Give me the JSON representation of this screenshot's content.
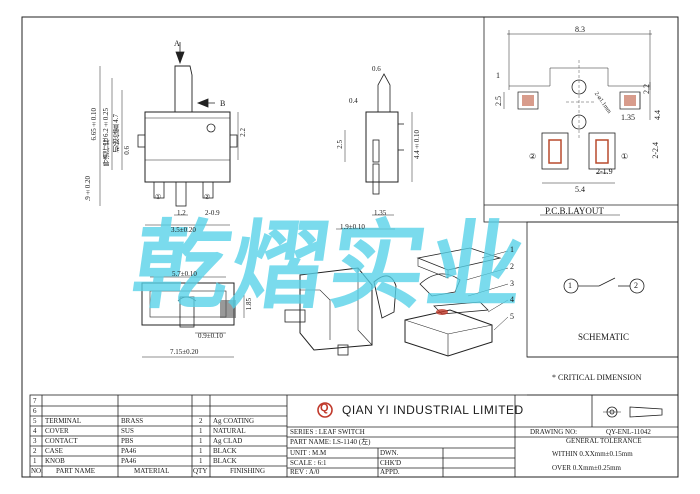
{
  "watermark": {
    "text": "乾熠实业",
    "color": "#56d2e8"
  },
  "pcb": {
    "title": "P.C.B.LAYOUT",
    "dims": [
      "8.3",
      "1",
      "2.5",
      "2.2",
      "4.4",
      "1.35",
      "2-ø1.1mm",
      "2-2.4",
      "2-1.9",
      "5.4"
    ],
    "pin_labels": [
      "②",
      "①"
    ]
  },
  "schematic": {
    "title": "SCHEMATIC",
    "pins": [
      "1",
      "2"
    ]
  },
  "critical": "* CRITICAL  DIMENSION",
  "front_view": {
    "arrow_a": "A",
    "arrow_b": "B",
    "dims": [
      "6.65±0.10",
      "导通行程 6.2±0.25",
      "初始位置 4.7",
      "0.6",
      "2.2",
      ".9±0.20",
      "1.2",
      "2-0.9",
      "3.5±0.20"
    ],
    "pins": [
      "①",
      "②"
    ]
  },
  "side_view": {
    "dims": [
      "0.6",
      "0.4",
      "2.5",
      "4.4±0.10",
      "1.35",
      "1.9±0.10"
    ]
  },
  "bottom_view": {
    "dims": [
      "5.7±0.10",
      "1.85",
      "0.9±0.10",
      "7.15±0.20"
    ]
  },
  "explode_parts": [
    "1",
    "2",
    "3",
    "4",
    "5"
  ],
  "bom": {
    "rows": [
      {
        "no": "7",
        "part": "",
        "material": "",
        "qty": "",
        "finishing": ""
      },
      {
        "no": "6",
        "part": "",
        "material": "",
        "qty": "",
        "finishing": ""
      },
      {
        "no": "5",
        "part": "TERMINAL",
        "material": "BRASS",
        "qty": "2",
        "finishing": "Ag COATING"
      },
      {
        "no": "4",
        "part": "COVER",
        "material": "SUS",
        "qty": "1",
        "finishing": "NATURAL"
      },
      {
        "no": "3",
        "part": "CONTACT",
        "material": "PBS",
        "qty": "1",
        "finishing": "Ag CLAD"
      },
      {
        "no": "2",
        "part": "CASE",
        "material": "PA46",
        "qty": "1",
        "finishing": "BLACK"
      },
      {
        "no": "1",
        "part": "KNOB",
        "material": "PA46",
        "qty": "1",
        "finishing": "BLACK"
      }
    ],
    "header": {
      "no": "NO.",
      "part": "PART NAME",
      "material": "MATERIAL",
      "qty": "QTY",
      "finishing": "FINISHING"
    }
  },
  "title_block": {
    "logo_letter": "Q",
    "company": "QIAN YI INDUSTRIAL LIMITED",
    "series": "SERIES : LEAF SWITCH",
    "part_name": "PART NAME: LS-1140 (左)",
    "unit": "UNIT : M.M",
    "scale": "SCALE : 6:1",
    "rev": "REV  :  A/0",
    "dwn": "DWN.",
    "chkd": "CHK'D",
    "appd": "APPD.",
    "drawing_no_label": "DRAWING NO:",
    "drawing_no": "QY-ENL-11042",
    "general_tolerance": "GENERAL TOLERANCE",
    "tol_within": "WITHIN  0.XXmm±0.15mm",
    "tol_over": "OVER    0.Xmm±0.25mm"
  }
}
